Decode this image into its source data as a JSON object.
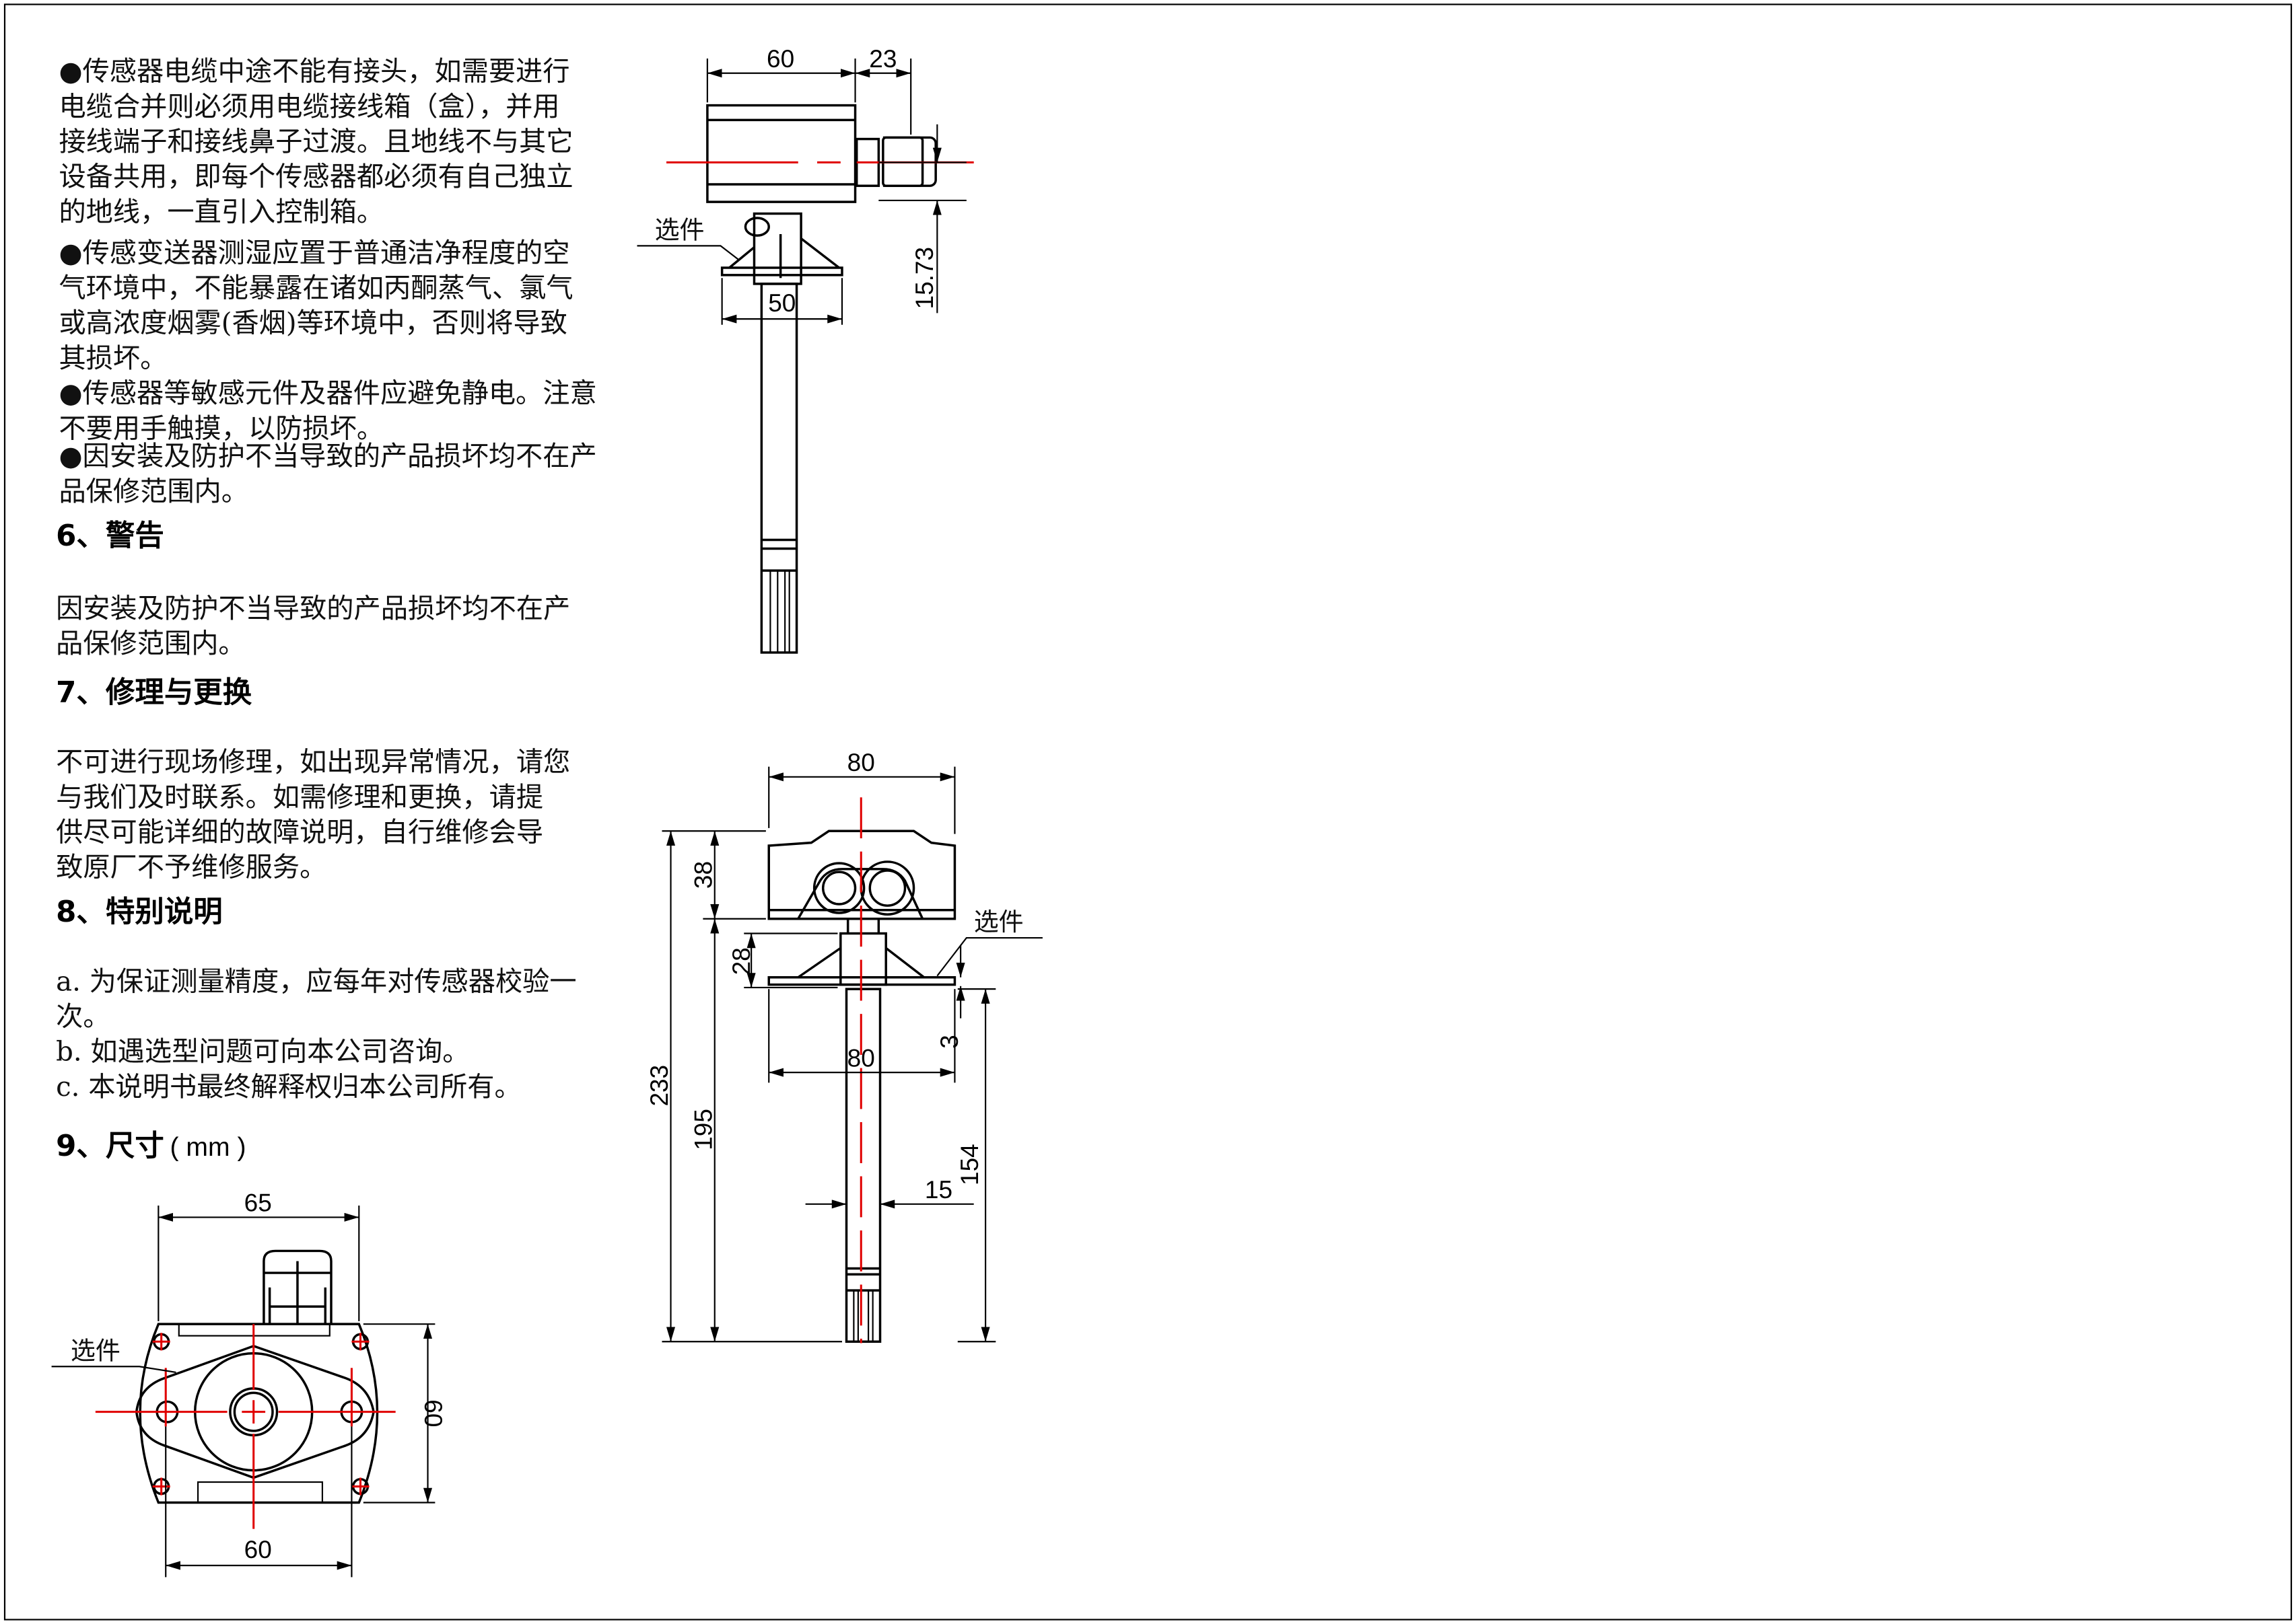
{
  "text": {
    "notes": [
      [
        "●传感器电缆中途不能有接头，如需要进行",
        "电缆合并则必须用电缆接线箱（盒），并用",
        "接线端子和接线鼻子过渡。且地线不与其它",
        "设备共用，即每个传感器都必须有自己独立",
        "的地线，一直引入控制箱。"
      ],
      [
        "●传感变送器测湿应置于普通洁净程度的空",
        "气环境中，不能暴露在诸如丙酮蒸气、氯气",
        "或高浓度烟雾(香烟)等环境中，否则将导致",
        "其损坏。"
      ],
      [
        "●传感器等敏感元件及器件应避免静电。注意",
        "不要用手触摸，以防损坏。"
      ],
      [
        "●因安装及防护不当导致的产品损坏均不在产",
        "品保修范围内。"
      ]
    ],
    "sections": [
      {
        "title": "6、警告",
        "lines": [
          "因安装及防护不当导致的产品损坏均不在产",
          "品保修范围内。"
        ]
      },
      {
        "title": "7、修理与更换",
        "lines": [
          "不可进行现场修理，如出现异常情况，请您",
          "与我们及时联系。如需修理和更换，请提",
          "供尽可能详细的故障说明，自行维修会导",
          "致原厂不予维修服务。"
        ]
      },
      {
        "title": "8、特别说明",
        "lines": [
          "a. 为保证测量精度，应每年对传感器校验一",
          "次。",
          "b. 如遇选型问题可向本公司咨询。",
          "c. 本说明书最终解释权归本公司所有。"
        ]
      }
    ],
    "dimensions_heading": {
      "title": "9、尺寸",
      "unit": "( mm )"
    }
  },
  "drawings": {
    "side_view": {
      "width": "60",
      "gland": "23",
      "flange": "50",
      "offset": "15.73",
      "option_label": "选件"
    },
    "front_view": {
      "width_top": "80",
      "width_flange": "80",
      "total_height": "233",
      "probe_length": "195",
      "box_height": "38",
      "bracket_height": "28",
      "plate": "3",
      "probe_exposed": "154",
      "probe_dia": "15",
      "option_label": "选件"
    },
    "bottom_view": {
      "width": "65",
      "hole_spacing": "60",
      "height": "60",
      "option_label": "选件"
    }
  },
  "colors": {
    "centerline": "#e00000",
    "line": "#000000"
  }
}
